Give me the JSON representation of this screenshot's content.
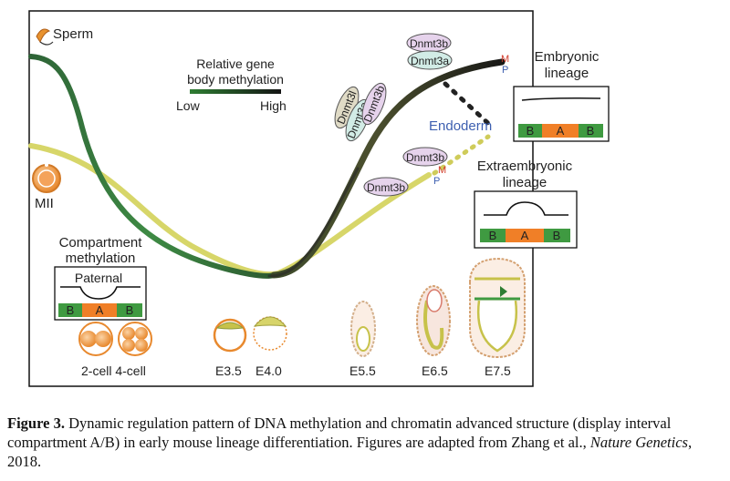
{
  "figure": {
    "sperm_label": "Sperm",
    "mii_label": "MII",
    "legend": {
      "title_line1": "Relative gene",
      "title_line2": "body methylation",
      "low": "Low",
      "high": "High",
      "gradient_low_color": "#2e7d32",
      "gradient_high_color": "#141414"
    },
    "enzymes": {
      "dnmt3b": "Dnmt3b",
      "dnmt3a": "Dnmt3a",
      "dnmt3l": "Dnmt3l"
    },
    "lineage_markers": {
      "m": "M",
      "p": "P"
    },
    "embryonic_lineage": [
      "Embryonic",
      "lineage"
    ],
    "endoderm": "Endoderm",
    "extraembryonic_lineage": [
      "Extraembryonic",
      "lineage"
    ],
    "compartment_title": [
      "Compartment",
      "methylation"
    ],
    "paternal": "Paternal",
    "compartments": [
      "B",
      "A",
      "B"
    ],
    "stages": {
      "cell_stages": "2-cell 4-cell",
      "e35": "E3.5",
      "e40": "E4.0",
      "e55": "E5.5",
      "e65": "E6.5",
      "e75": "E7.5"
    },
    "colors": {
      "compartment_b": "#3f9a41",
      "compartment_a": "#f07f27",
      "maternal_curve": "#d7d669",
      "paternal_curve": "#2e6b3a",
      "embryonic_curve": "#1a1a1a",
      "enzyme_purple": "#e6d3ec",
      "enzyme_teal": "#d2ece6",
      "enzyme_tan": "#e0dbc6",
      "m_red": "#d23b2b",
      "p_blue": "#3d5fb0"
    }
  },
  "caption": {
    "label": "Figure 3.",
    "text_before": " Dynamic regulation pattern of DNA methylation and chromatin advanced structure (display interval compartment A/B) in early mouse lineage differentiation. Figures are adapted from Zhang et al., ",
    "journal": "Nature Genetics",
    "text_after": ", 2018."
  }
}
